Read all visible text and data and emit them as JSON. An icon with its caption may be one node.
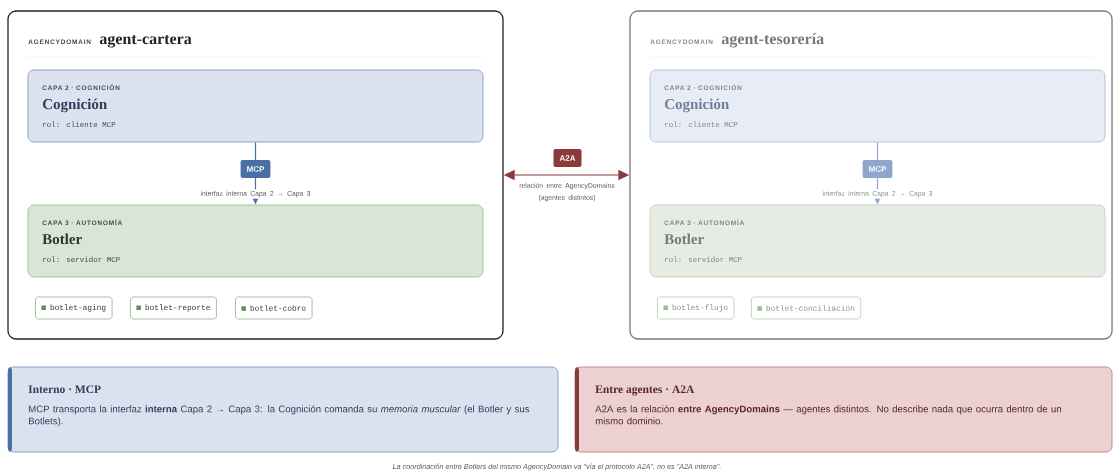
{
  "diagram": {
    "caption": "La coordinación entre Botlers del mismo AgencyDomain va \"vía el protocolo A2A\", no es \"A2A interna\".",
    "nodes": [
      {
        "text": [
          "AGENCYDOMAIN",
          "agent-cartera"
        ]
      },
      {
        "text": [
          "CAPA 2 · COGNICIÓN",
          "Cognición",
          "rol: cliente MCP"
        ],
        "in": 0
      },
      {
        "text": [
          "CAPA 3 · AUTONOMÍA",
          "Botler",
          "rol: servidor MCP"
        ],
        "in": 0
      },
      {
        "text": [
          "botlet-aging"
        ],
        "in": 0
      },
      {
        "text": [
          "botlet-reporte"
        ],
        "in": 0
      },
      {
        "text": [
          "botlet-cobro"
        ],
        "in": 0
      },
      {
        "text": [
          "AGENCYDOMAIN",
          "agent-tesorería"
        ]
      },
      {
        "text": [
          "CAPA 2 · COGNICIÓN",
          "Cognición",
          "rol: cliente MCP"
        ],
        "in": 6
      },
      {
        "text": [
          "CAPA 3 · AUTONOMÍA",
          "Botler",
          "rol: servidor MCP"
        ],
        "in": 6
      },
      {
        "text": [
          "botlet-flujo"
        ],
        "in": 6
      },
      {
        "text": [
          "botlet-conciliación"
        ],
        "in": 6
      },
      {
        "text": [
          "Interno · MCP",
          "MCP transporta la interfaz **interna** Capa 2 → Capa 3: la Cognición comanda su *memoria muscular* (el Botler y sus Botlets)."
        ]
      },
      {
        "text": [
          "Entre agentes · A2A",
          "A2A es la relación **entre AgencyDomains** — agentes distintos. No describe nada que ocurra dentro de un mismo dominio."
        ]
      }
    ],
    "edges": [
      {
        "from": 1,
        "to": 2,
        "arrow": "to",
        "label": "MCP"
      },
      {
        "from": 7,
        "to": 8,
        "arrow": "to",
        "label": "MCP"
      },
      {
        "from": 0,
        "to": 6,
        "arrow": "both",
        "label": "A2A",
        "color": "#8b3a3a"
      }
    ],
    "labels": [
      "interfaz interna Capa 2 → Capa 3",
      "relación entre AgencyDomains (agentes distintos)",
      "interfaz interna Capa 2 → Capa 3"
    ]
  }
}
